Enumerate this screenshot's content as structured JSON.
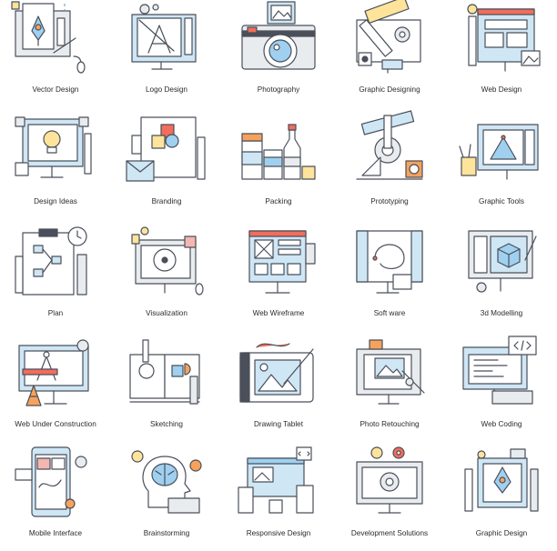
{
  "icons": [
    {
      "label": "Vector Design",
      "icon": "vector-design-icon"
    },
    {
      "label": "Logo Design",
      "icon": "logo-design-icon"
    },
    {
      "label": "Photography",
      "icon": "photography-icon"
    },
    {
      "label": "Graphic Designing",
      "icon": "graphic-designing-icon"
    },
    {
      "label": "Web Design",
      "icon": "web-design-icon"
    },
    {
      "label": "Design Ideas",
      "icon": "design-ideas-icon"
    },
    {
      "label": "Branding",
      "icon": "branding-icon"
    },
    {
      "label": "Packing",
      "icon": "packing-icon"
    },
    {
      "label": "Prototyping",
      "icon": "prototyping-icon"
    },
    {
      "label": "Graphic Tools",
      "icon": "graphic-tools-icon"
    },
    {
      "label": "Plan",
      "icon": "plan-icon"
    },
    {
      "label": "Visualization",
      "icon": "visualization-icon"
    },
    {
      "label": "Web Wireframe",
      "icon": "web-wireframe-icon"
    },
    {
      "label": "Soft ware",
      "icon": "software-icon"
    },
    {
      "label": "3d Modelling",
      "icon": "3d-modelling-icon"
    },
    {
      "label": "Web Under Construction",
      "icon": "web-under-construction-icon"
    },
    {
      "label": "Sketching",
      "icon": "sketching-icon"
    },
    {
      "label": "Drawing Tablet",
      "icon": "drawing-tablet-icon"
    },
    {
      "label": "Photo Retouching",
      "icon": "photo-retouching-icon"
    },
    {
      "label": "Web Coding",
      "icon": "web-coding-icon"
    },
    {
      "label": "Mobile Interface",
      "icon": "mobile-interface-icon"
    },
    {
      "label": "Brainstorming",
      "icon": "brainstorming-icon"
    },
    {
      "label": "Responsive Design",
      "icon": "responsive-design-icon"
    },
    {
      "label": "Development Solutions",
      "icon": "development-solutions-icon"
    },
    {
      "label": "Graphic Design",
      "icon": "graphic-design-icon"
    }
  ],
  "colors": {
    "outline": "#4a4f5a",
    "light_blue": "#cfe6f5",
    "mid_blue": "#9fd0ef",
    "orange": "#f7a25c",
    "red": "#f26d5b",
    "yellow": "#fde49a"
  }
}
